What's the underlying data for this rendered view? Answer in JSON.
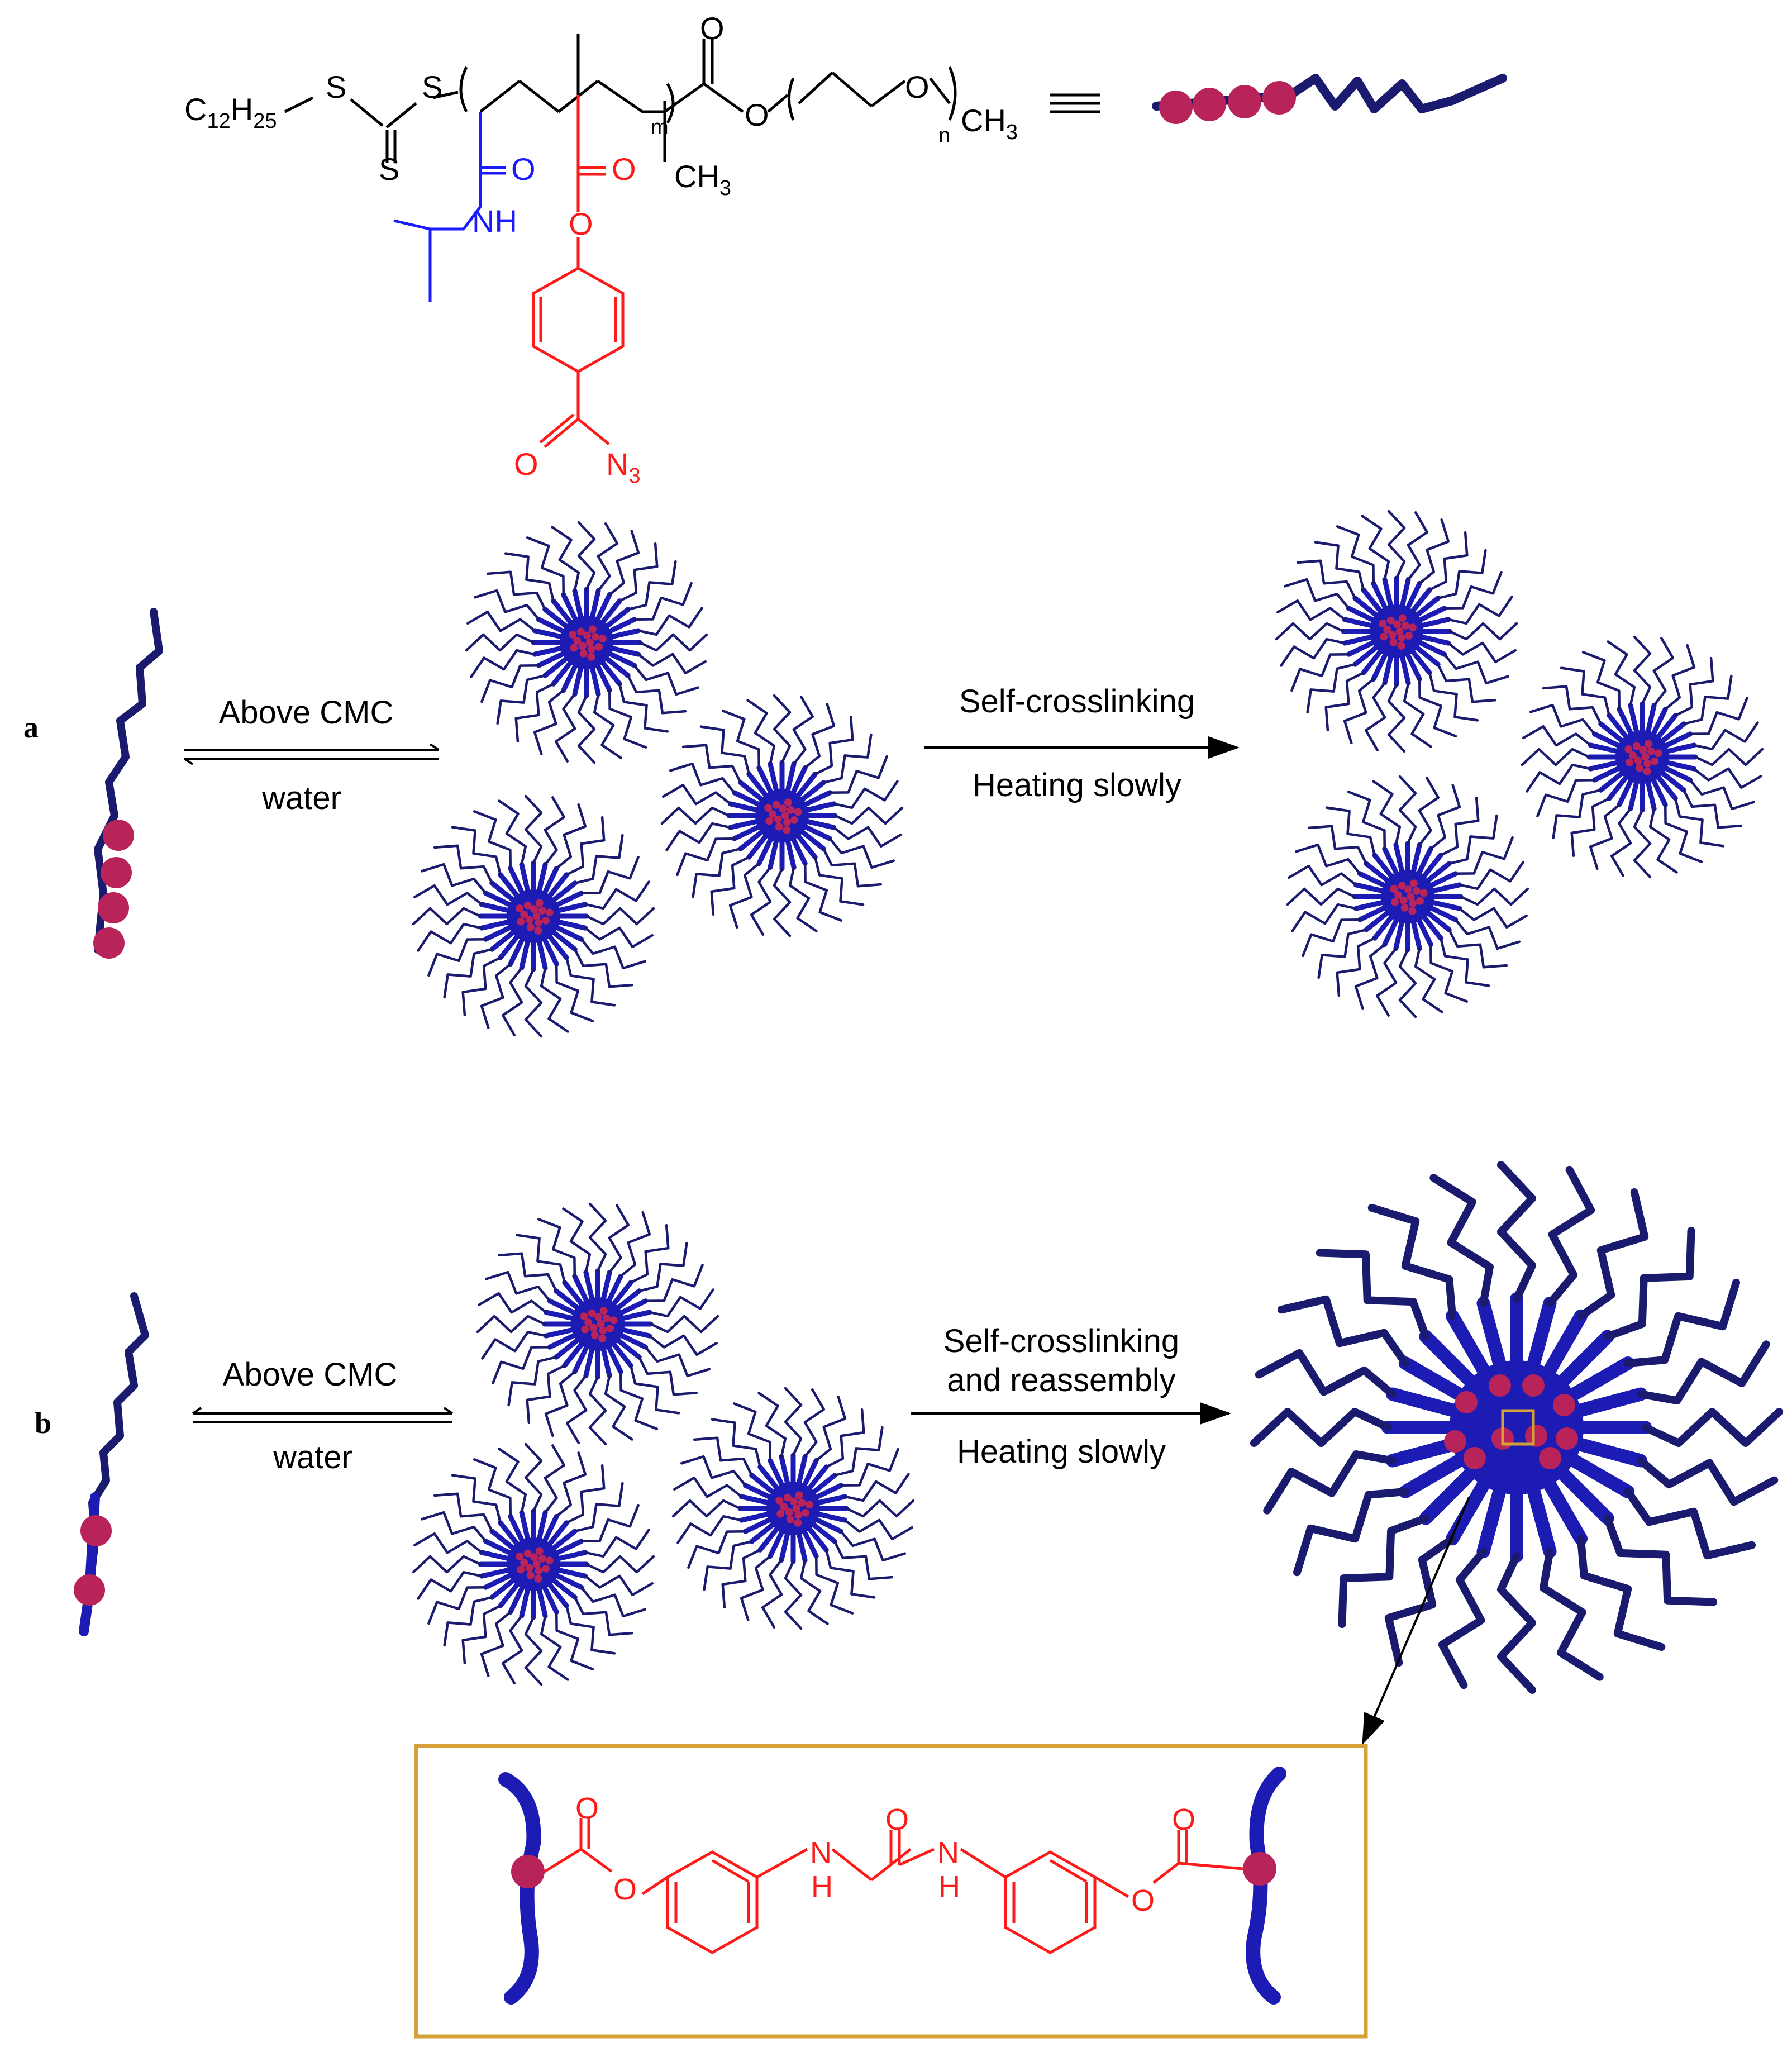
{
  "structure": {
    "c12h25": {
      "main": "C",
      "sub": "12",
      "h": "H",
      "sub2": "25"
    },
    "s_atom": "S",
    "o_atom": "O",
    "nh": "NH",
    "ch3": "CH",
    "ch3_sub": "3",
    "n3": "N",
    "n3_sub": "3",
    "sub_m": "m",
    "sub_n": "n",
    "equiv": "≡"
  },
  "panel_a": {
    "label": "a",
    "step1_top": "Above CMC",
    "step1_bottom": "water",
    "step2_top": "Self-crosslinking",
    "step2_bottom": "Heating slowly"
  },
  "panel_b": {
    "label": "b",
    "step1_top": "Above CMC",
    "step1_bottom": "water",
    "step2_top_line1": "Self-crosslinking",
    "step2_top_line2": "and reassembly",
    "step2_bottom": "Heating slowly"
  },
  "inset": {
    "o": "O",
    "n": "N",
    "h": "H"
  },
  "colors": {
    "polymer_blue": "#1a1a6e",
    "corona_blue": "#1c1cb4",
    "core_magenta": "#b8235a",
    "nipam_blue": "#1a1aff",
    "azide_red": "#ff1a1a",
    "inset_border": "#d4a238"
  }
}
